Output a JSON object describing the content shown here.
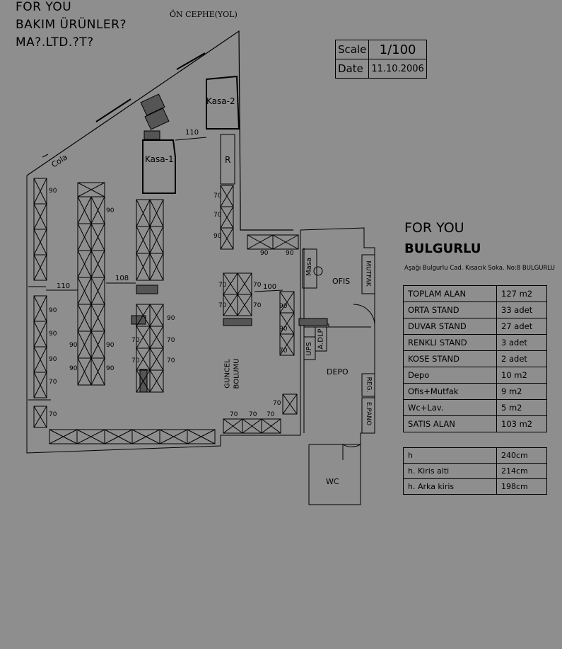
{
  "header": {
    "line1": "FOR YOU",
    "line2": "BAKIM ÜRÜNLER?",
    "line3": "MA?.LTD.?T?"
  },
  "front_label": "ÖN CEPHE(YOL)",
  "scale_box": {
    "scale_label": "Scale",
    "scale_value": "1/100",
    "date_label": "Date",
    "date_value": "11.10.2006"
  },
  "store": {
    "brand": "FOR YOU",
    "branch": "BULGURLU",
    "address": "Aşağı Bulgurlu Cad. Kısacık Soka. No:8 BULGURLU"
  },
  "area_table": [
    {
      "label": "TOPLAM ALAN",
      "value": "127 m2"
    },
    {
      "label": "ORTA STAND",
      "value": "33 adet"
    },
    {
      "label": "DUVAR STAND",
      "value": "27 adet"
    },
    {
      "label": "RENKLI STAND",
      "value": "3 adet"
    },
    {
      "label": "KOSE STAND",
      "value": "2 adet"
    },
    {
      "label": "Depo",
      "value": "10 m2"
    },
    {
      "label": "Ofis+Mutfak",
      "value": "9 m2"
    },
    {
      "label": "Wc+Lav.",
      "value": "5 m2"
    },
    {
      "label": "SATIS ALAN",
      "value": "103 m2"
    }
  ],
  "height_table": [
    {
      "label": "h",
      "value": "240cm"
    },
    {
      "label": "h. Kiris alti",
      "value": "214cm"
    },
    {
      "label": "h. Arka kiris",
      "value": "198cm"
    }
  ],
  "plan_labels": {
    "kasa1": "Kasa-1",
    "kasa2": "Kasa-2",
    "r": "R",
    "cola": "Cola",
    "masa": "Masa",
    "ofis": "OFIS",
    "mutfak": "MUTFAK",
    "ups": "UPS",
    "adlp": "A.DLP",
    "depo": "DEPO",
    "reg": "REG.",
    "epano": "E.PANO",
    "wc": "WC",
    "guncel1": "GUNCEL",
    "guncel2": "BOLUMU",
    "dim110a": "110",
    "dim110b": "110",
    "dim108": "108",
    "dim100": "100"
  },
  "colors": {
    "background": "#8e8e8e",
    "lines": "#000000"
  }
}
